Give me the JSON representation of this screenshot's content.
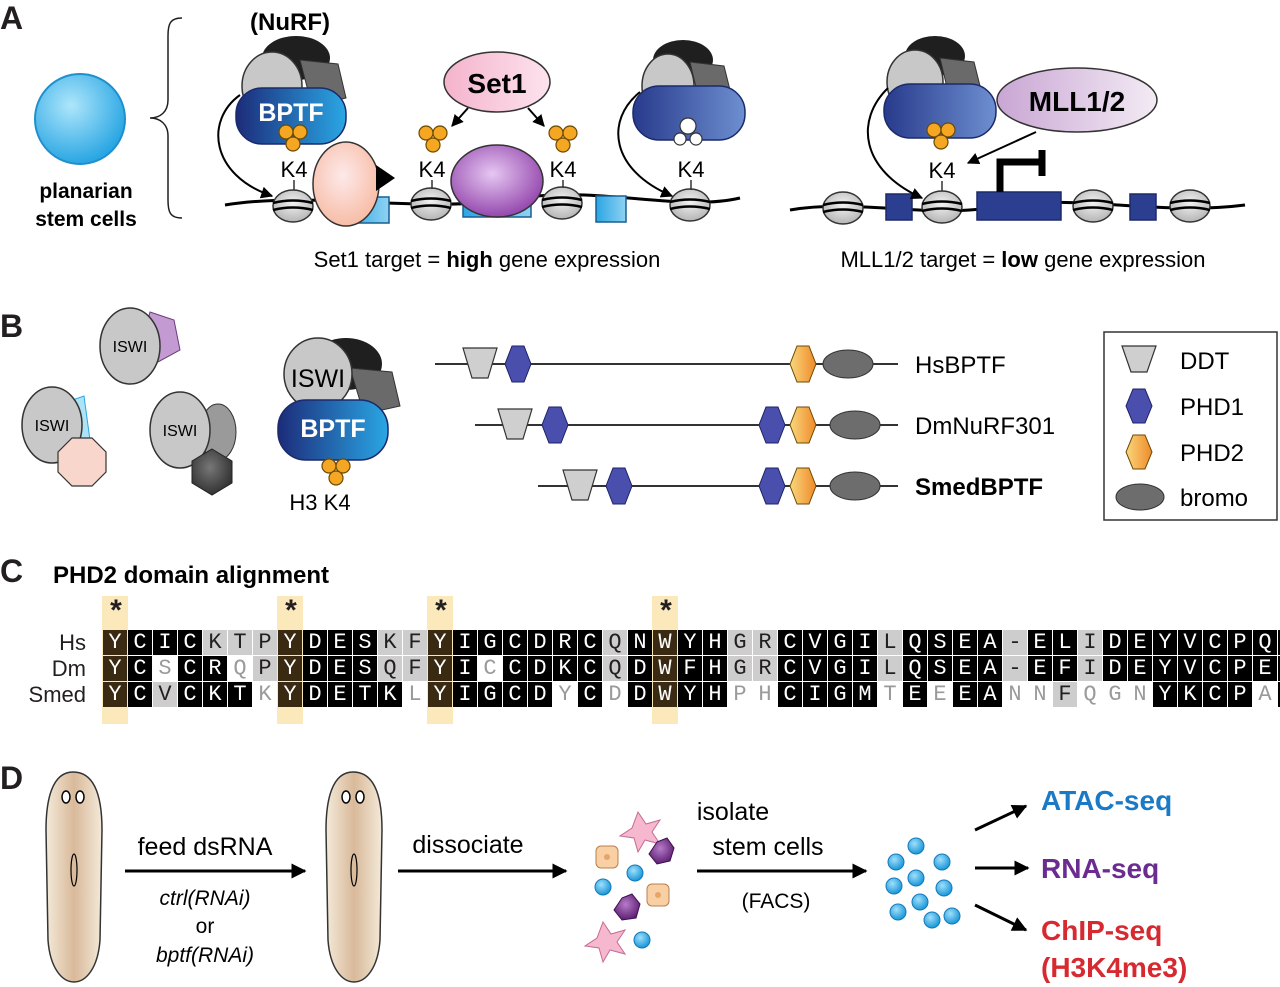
{
  "panels": {
    "a": "A",
    "b": "B",
    "c": "C",
    "d": "D"
  },
  "panel_a": {
    "cell_label_1": "planarian",
    "cell_label_2": "stem cells",
    "nurf": "(NuRF)",
    "bptf": "BPTF",
    "set1": "Set1",
    "mll": "MLL1/2",
    "k4": "K4",
    "set1_caption_pre": "Set1 target = ",
    "set1_caption_bold": "high",
    "set1_caption_post": " gene expression",
    "mll_caption_pre": "MLL1/2 target = ",
    "mll_caption_bold": "low",
    "mll_caption_post": " gene expression"
  },
  "panel_b": {
    "iswi": "ISWI",
    "bptf": "BPTF",
    "h3k4": "H3 K4",
    "proteins": [
      "HsBPTF",
      "DmNuRF301",
      "SmedBPTF"
    ],
    "legend": [
      "DDT",
      "PHD1",
      "PHD2",
      "bromo"
    ]
  },
  "panel_c": {
    "title": "PHD2 domain alignment",
    "star": "*",
    "rows": [
      {
        "label": "Hs",
        "seq": "YCICKTPYDESKFYIGCDRCQNWYHGRCVGILQSEA-ELIDEYVCPQC",
        "style": "HKKKGGGHKKKGGHKKKKKKGKHKKGGKKKKGKKKKGKKGKKKKKKKK"
      },
      {
        "label": "Dm",
        "seq": "YCSCRQPYDESQFYICCDKCQDWFHGRCVGILQSEA-EFIDEYVCPEC",
        "style": "HKWKKWGHKKKGGHKWKKKKGKHKKGGKKKKGKKKKGKKGKKKKKKKK"
      },
      {
        "label": "Smed",
        "seq": "YCVCKTKYDETKLYIGCDYCDDWYHPHCIGMTEEEANNFQGNYKCPAC",
        "style": "HKGKKKWHKKKKWHKKKKWKWKHKKWWKKKKWKWKKWWGWWWKKKKWK"
      }
    ]
  },
  "panel_d": {
    "feed": "feed dsRNA",
    "ctrl": "ctrl(RNAi)",
    "or": "or",
    "bptf": "bptf(RNAi)",
    "dissociate": "dissociate",
    "isolate_1": "isolate",
    "isolate_2": "stem cells",
    "facs": "(FACS)",
    "atac": "ATAC-seq",
    "rna": "RNA-seq",
    "chip_1": "ChIP-seq",
    "chip_2": "(H3K4me3)"
  },
  "colors": {
    "atac": "#1a7ac6",
    "rna": "#6a2c91",
    "chip": "#d62a30",
    "bptf_dark": "#1f3a8a",
    "bptf_light": "#2ea3e0",
    "set1_fill": "#f6c1d6",
    "mll_fill": "#e3cbe4",
    "orange": "#f5a623",
    "phd1": "#4a4fae",
    "bromo": "#6d6d6d"
  }
}
